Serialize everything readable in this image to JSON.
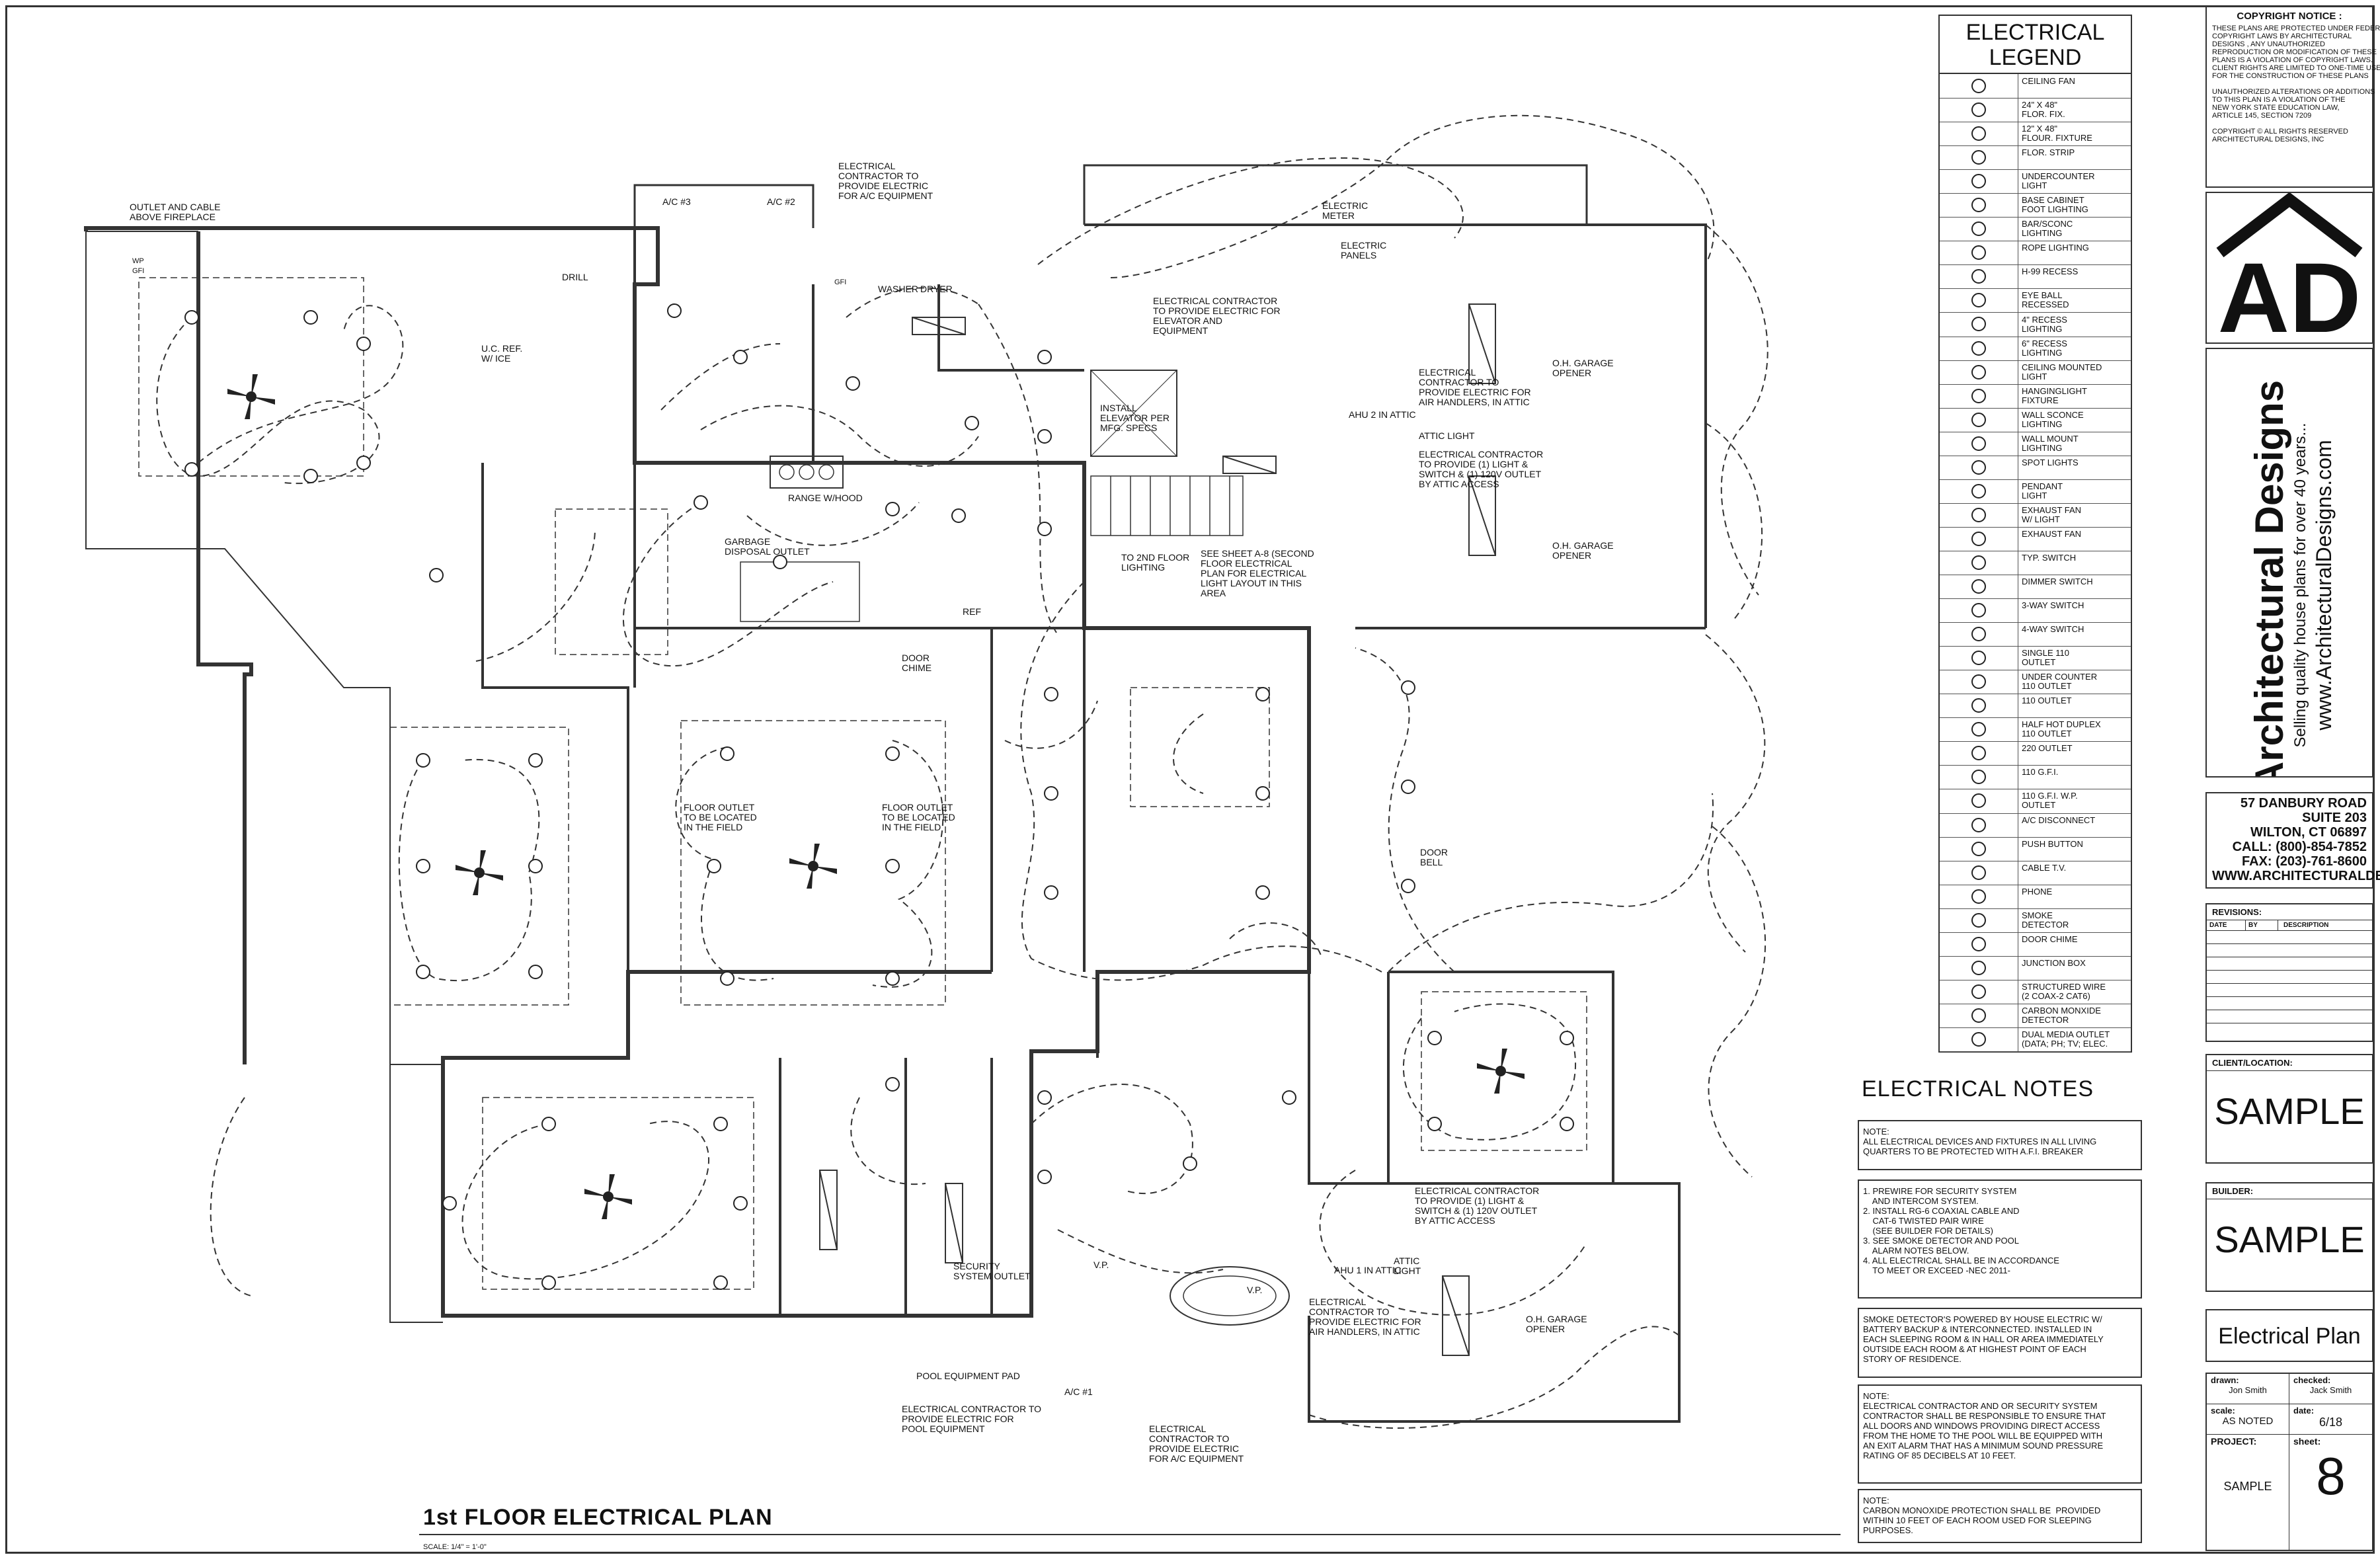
{
  "drawing": {
    "title": "1st FLOOR ELECTRICAL PLAN",
    "scale": "SCALE: 1/4\" = 1'-0\""
  },
  "plan_labels": [
    {
      "id": "outlet-fireplace",
      "text": "OUTLET AND CABLE\nABOVE FIREPLACE"
    },
    {
      "id": "ac3",
      "text": "A/C #3"
    },
    {
      "id": "ac2",
      "text": "A/C #2"
    },
    {
      "id": "ec-ac-equipment",
      "text": "ELECTRICAL\nCONTRACTOR TO\nPROVIDE ELECTRIC\nFOR A/C EQUIPMENT"
    },
    {
      "id": "electric-meter",
      "text": "ELECTRIC\nMETER"
    },
    {
      "id": "electric-panels",
      "text": "ELECTRIC\nPANELS"
    },
    {
      "id": "ec-elevator",
      "text": "ELECTRICAL CONTRACTOR\nTO PROVIDE ELECTRIC FOR\nELEVATOR AND\nEQUIPMENT"
    },
    {
      "id": "washer",
      "text": "WASHER"
    },
    {
      "id": "dryer",
      "text": "DRYER"
    },
    {
      "id": "install-elevator",
      "text": "INSTALL\nELEVATOR PER\nMFG. SPECS"
    },
    {
      "id": "uc-ref",
      "text": "U.C. REF.\nW/ ICE"
    },
    {
      "id": "drill",
      "text": "DRILL"
    },
    {
      "id": "range-hood",
      "text": "RANGE W/HOOD"
    },
    {
      "id": "garbage-disposal",
      "text": "GARBAGE\nDISPOSAL OUTLET"
    },
    {
      "id": "to-2nd-floor",
      "text": "TO 2nd FLOOR\nLIGHTING"
    },
    {
      "id": "see-sheet",
      "text": "SEE SHEET A-8 (SECOND\nFLOOR ELECTRICAL\nPLAN FOR ELECTRICAL\nLIGHT LAYOUT IN THIS\nAREA"
    },
    {
      "id": "ref",
      "text": "REF"
    },
    {
      "id": "door-chime",
      "text": "DOOR\nCHIME"
    },
    {
      "id": "ec-ahu-top",
      "text": "ELECTRICAL\nCONTRACTOR TO\nPROVIDE ELECTRIC FOR\nAIR HANDLERS, IN ATTIC"
    },
    {
      "id": "ahu-2-top",
      "text": "AHU 2 IN ATTIC"
    },
    {
      "id": "attic-light-top",
      "text": "ATTIC LIGHT"
    },
    {
      "id": "ec-light-switch-top",
      "text": "ELECTRICAL CONTRACTOR\nTO PROVIDE (1) LIGHT &\nSWITCH & (1) 120V OUTLET\nBY ATTIC ACCESS"
    },
    {
      "id": "oh-garage-1",
      "text": "O.H. GARAGE\nOPENER"
    },
    {
      "id": "oh-garage-2",
      "text": "O.H. GARAGE\nOPENER"
    },
    {
      "id": "floor-outlet-1",
      "text": "FLOOR OUTLET\nTO BE LOCATED\nIN THE FIELD"
    },
    {
      "id": "floor-outlet-2",
      "text": "FLOOR OUTLET\nTO BE LOCATED\nIN THE FIELD"
    },
    {
      "id": "door-bell",
      "text": "DOOR\nBELL"
    },
    {
      "id": "security-outlet",
      "text": "SECURITY\nSYSTEM OUTLET"
    },
    {
      "id": "vp1",
      "text": "V.P."
    },
    {
      "id": "vp2",
      "text": "V.P."
    },
    {
      "id": "pool-pad",
      "text": "POOL EQUIPMENT PAD"
    },
    {
      "id": "ec-pool",
      "text": "ELECTRICAL CONTRACTOR TO\nPROVIDE ELECTRIC FOR\nPOOL EQUIPMENT"
    },
    {
      "id": "ac1",
      "text": "A/C #1"
    },
    {
      "id": "ec-ac-bottom",
      "text": "ELECTRICAL\nCONTRACTOR TO\nPROVIDE ELECTRIC\nFOR A/C EQUIPMENT"
    },
    {
      "id": "ec-light-switch-bottom",
      "text": "ELECTRICAL CONTRACTOR\nTO PROVIDE (1) LIGHT &\nSWITCH & (1) 120V OUTLET\nBY ATTIC ACCESS"
    },
    {
      "id": "attic-light-bottom",
      "text": "ATTIC\nLIGHT"
    },
    {
      "id": "ahu-1",
      "text": "AHU 1 IN ATTIC"
    },
    {
      "id": "ec-ahu-bottom",
      "text": "ELECTRICAL\nCONTRACTOR TO\nPROVIDE ELECTRIC FOR\nAIR HANDLERS, IN ATTIC"
    },
    {
      "id": "oh-garage-3",
      "text": "O.H. GARAGE\nOPENER"
    },
    {
      "id": "wp-gfi",
      "text": "WP\nGFI"
    },
    {
      "id": "gfi",
      "text": "GFI"
    }
  ],
  "legend": {
    "title": "ELECTRICAL\nLEGEND",
    "items": [
      {
        "symbol": "ceiling-fan-symbol",
        "label": "CEILING FAN"
      },
      {
        "symbol": "fluor-fixture-symbol",
        "label": "24\" X 48\"\nFLOR. FIX."
      },
      {
        "symbol": "fluor-fixture-small-symbol",
        "label": "12\" X 48\"\nFLOUR. FIXTURE"
      },
      {
        "symbol": "fluor-strip-symbol",
        "label": "FLOR. STRIP"
      },
      {
        "symbol": "undercounter-light-symbol",
        "label": "UNDERCOUNTER\nLIGHT"
      },
      {
        "symbol": "base-cabinet-symbol",
        "label": "BASE CABINET\nFOOT LIGHTING"
      },
      {
        "symbol": "bar-sconc-symbol",
        "label": "BAR/SCONC\nLIGHTING"
      },
      {
        "symbol": "rope-lighting-symbol",
        "label": "ROPE LIGHTING"
      },
      {
        "symbol": "h99-recess-symbol",
        "label": "H-99 RECESS"
      },
      {
        "symbol": "eyeball-symbol",
        "label": "EYE BALL\nRECESSED"
      },
      {
        "symbol": "recess-4-symbol",
        "label": "4\" RECESS\nLIGHTING"
      },
      {
        "symbol": "recess-6-symbol",
        "label": "6\" RECESS\nLIGHTING"
      },
      {
        "symbol": "ceiling-mounted-symbol",
        "label": "CEILING MOUNTED\nLIGHT"
      },
      {
        "symbol": "hanging-light-symbol",
        "label": "HANGINGLIGHT\nFIXTURE"
      },
      {
        "symbol": "wall-sconce-symbol",
        "label": "WALL SCONCE\nLIGHTING"
      },
      {
        "symbol": "wall-mount-symbol",
        "label": "WALL MOUNT\nLIGHTING"
      },
      {
        "symbol": "spot-lights-symbol",
        "label": "SPOT LIGHTS"
      },
      {
        "symbol": "pendant-light-symbol",
        "label": "PENDANT\nLIGHT"
      },
      {
        "symbol": "exhaust-fan-light-symbol",
        "label": "EXHAUST FAN\nW/ LIGHT"
      },
      {
        "symbol": "exhaust-fan-symbol",
        "label": "EXHAUST FAN"
      },
      {
        "symbol": "typ-switch-symbol",
        "label": "TYP. SWITCH"
      },
      {
        "symbol": "dimmer-switch-symbol",
        "label": "DIMMER SWITCH"
      },
      {
        "symbol": "3way-switch-symbol",
        "label": "3-WAY SWITCH"
      },
      {
        "symbol": "4way-switch-symbol",
        "label": "4-WAY SWITCH"
      },
      {
        "symbol": "single-110-symbol",
        "label": "SINGLE 110\nOUTLET"
      },
      {
        "symbol": "under-counter-110-symbol",
        "label": "UNDER COUNTER\n110 OUTLET"
      },
      {
        "symbol": "outlet-110-symbol",
        "label": "110 OUTLET"
      },
      {
        "symbol": "half-hot-duplex-symbol",
        "label": "HALF HOT DUPLEX\n110 OUTLET"
      },
      {
        "symbol": "outlet-220-symbol",
        "label": "220 OUTLET"
      },
      {
        "symbol": "gfi-symbol",
        "label": "110 G.F.I."
      },
      {
        "symbol": "gfi-wp-symbol",
        "label": "110 G.F.I. W.P.\nOUTLET"
      },
      {
        "symbol": "ac-disconnect-symbol",
        "label": "A/C DISCONNECT"
      },
      {
        "symbol": "push-button-symbol",
        "label": "PUSH BUTTON"
      },
      {
        "symbol": "cable-tv-symbol",
        "label": "CABLE T.V."
      },
      {
        "symbol": "phone-symbol",
        "label": "PHONE"
      },
      {
        "symbol": "smoke-detector-symbol",
        "label": "SMOKE\nDETECTOR"
      },
      {
        "symbol": "door-chime-symbol",
        "label": "DOOR CHIME"
      },
      {
        "symbol": "junction-box-symbol",
        "label": "JUNCTION BOX"
      },
      {
        "symbol": "structured-wire-symbol",
        "label": "STRUCTURED WIRE\n(2 COAX-2 CAT6)"
      },
      {
        "symbol": "co-detector-symbol",
        "label": "CARBON MONXIDE\nDETECTOR"
      },
      {
        "symbol": "dual-media-symbol",
        "label": "DUAL MEDIA OUTLET\n(DATA; PH; TV; ELEC."
      }
    ]
  },
  "notes": {
    "title": "ELECTRICAL NOTES",
    "blocks": [
      "NOTE:\nALL ELECTRICAL DEVICES AND FIXTURES IN ALL LIVING\nQUARTERS TO BE PROTECTED WITH A.F.I. BREAKER",
      "1. PREWIRE FOR SECURITY SYSTEM\n    AND INTERCOM SYSTEM.\n2. INSTALL RG-6 COAXIAL CABLE AND\n    CAT-6 TWISTED PAIR WIRE\n    (SEE BUILDER FOR DETAILS)\n3. SEE SMOKE DETECTOR AND POOL\n    ALARM NOTES BELOW.\n4. ALL ELECTRICAL SHALL BE IN ACCORDANCE\n    TO MEET OR EXCEED -NEC 2011-",
      "SMOKE DETECTOR'S POWERED BY HOUSE ELECTRIC W/\nBATTERY BACKUP & INTERCONNECTED. INSTALLED IN\nEACH SLEEPING ROOM & IN HALL OR AREA IMMEDIATELY\nOUTSIDE EACH ROOM & AT HIGHEST POINT OF EACH\nSTORY OF RESIDENCE.",
      "NOTE:\nELECTRICAL CONTRACTOR AND OR SECURITY SYSTEM\nCONTRACTOR SHALL BE RESPONSIBLE TO ENSURE THAT\nALL DOORS AND WINDOWS PROVIDING DIRECT ACCESS\nFROM THE HOME TO THE POOL WILL BE EQUIPPED WITH\nAN EXIT ALARM THAT HAS A MINIMUM SOUND PRESSURE\nRATING OF 85 DECIBELS AT 10 FEET.",
      "NOTE:\nCARBON MONOXIDE PROTECTION SHALL BE  PROVIDED\nWITHIN 10 FEET OF EACH ROOM USED FOR SLEEPING\nPURPOSES."
    ]
  },
  "title_block": {
    "copyright_title": "COPYRIGHT NOTICE :",
    "copyright_text": "THESE PLANS ARE PROTECTED UNDER FEDERAL\nCOPYRIGHT LAWS BY ARCHITECTURAL\nDESIGNS , ANY UNAUTHORIZED\nREPRODUCTION OR MODIFICATION OF THESE\nPLANS IS A VIOLATION OF COPYRIGHT LAWS.\nCLIENT RIGHTS ARE LIMITED TO ONE-TIME USE\nFOR THE CONSTRUCTION OF THESE PLANS\n\nUNAUTHORIZED ALTERATIONS OR ADDITIONS\nTO THIS PLAN IS A VIOLATION OF THE\nNEW YORK STATE EDUCATION LAW,\nARTICLE 145, SECTION 7209\n\nCOPYRIGHT © ALL RIGHTS RESERVED\nARCHITECTURAL DESIGNS, INC",
    "logo": "AD",
    "brand": "Architectural Designs",
    "tagline": "Selling quality house plans for over 40 years...",
    "website": "www.ArchitecturalDesigns.com",
    "address": "57 DANBURY ROAD\nSUITE 203\nWILTON, CT 06897\nCALL: (800)-854-7852\nFAX: (203)-761-8600\nWWW.ARCHITECTURALDESIGNS.COM",
    "revisions_label": "REVISIONS:",
    "rev_cols": [
      "DATE",
      "BY",
      "DESCRIPTION"
    ],
    "client_label": "CLIENT/LOCATION:",
    "client": "SAMPLE",
    "builder_label": "BUILDER:",
    "builder": "SAMPLE",
    "sheet_title": "Electrical Plan",
    "drawn_label": "drawn:",
    "drawn": "Jon Smith",
    "checked_label": "checked:",
    "checked": "Jack Smith",
    "scale_label": "scale:",
    "scale": "AS NOTED",
    "date_label": "date:",
    "date": "6/18",
    "project_label": "PROJECT:",
    "project": "SAMPLE",
    "sheet_label": "sheet:",
    "sheet": "8"
  }
}
